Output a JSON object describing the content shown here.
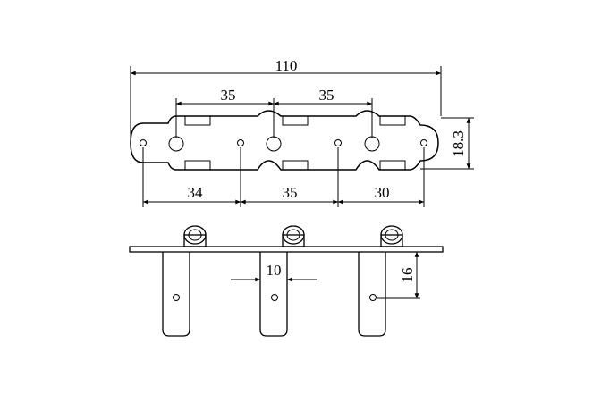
{
  "top_view": {
    "overall_length": "110",
    "hole_spacing_upper_1": "35",
    "hole_spacing_upper_2": "35",
    "height": "18.3",
    "offset_left": "34",
    "offset_middle": "35",
    "offset_right": "30"
  },
  "side_view": {
    "post_width": "10",
    "post_hole_height": "16"
  }
}
